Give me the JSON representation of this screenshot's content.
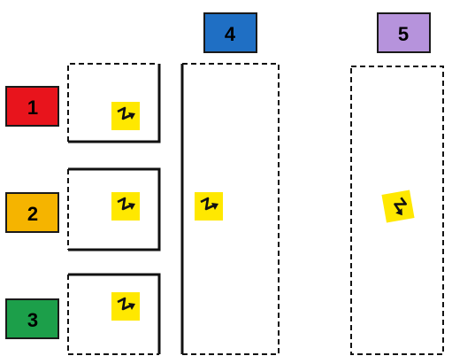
{
  "labels": {
    "one": {
      "text": "1",
      "color": "#e8141c"
    },
    "two": {
      "text": "2",
      "color": "#f5b400"
    },
    "three": {
      "text": "3",
      "color": "#1c9f4a"
    },
    "four": {
      "text": "4",
      "color": "#1f6fc4"
    },
    "five": {
      "text": "5",
      "color": "#b693dc"
    }
  },
  "colors": {
    "outline": "#111111",
    "label_border": "#1a1a1a",
    "label_text": "#000000",
    "hazard_fill": "#ffe800",
    "hazard_symbol": "#111111"
  },
  "icons": {
    "hazard": "high-voltage-warning-icon"
  }
}
